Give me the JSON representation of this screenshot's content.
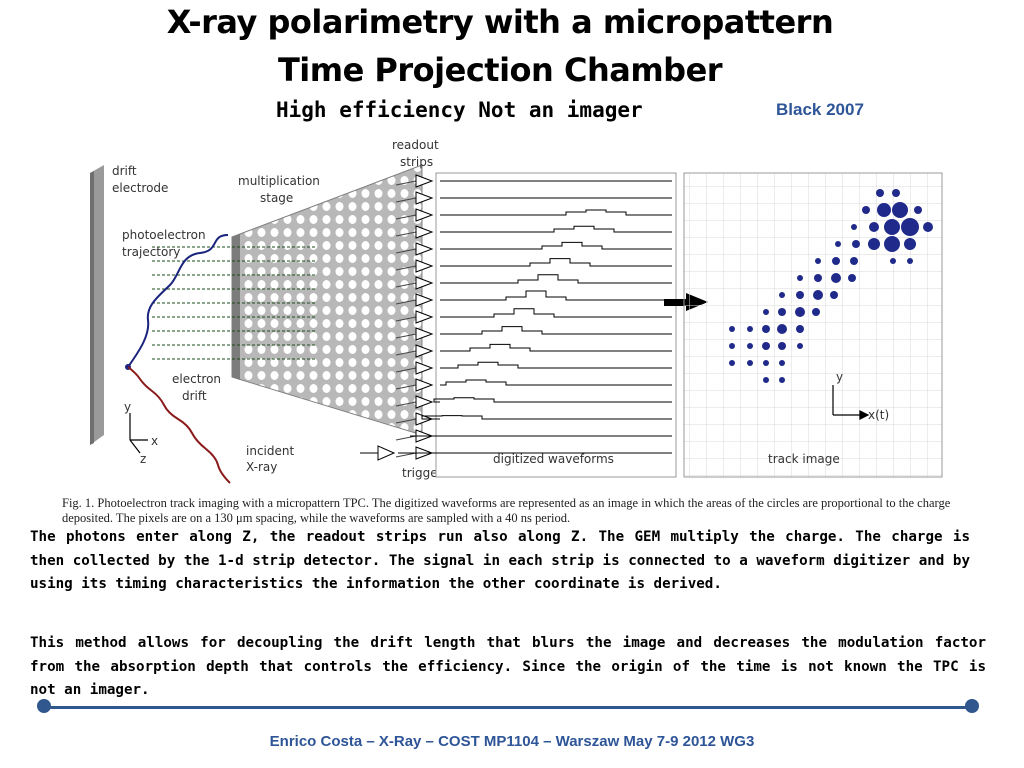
{
  "slide": {
    "title_line1": "X-ray polarimetry with a micropattern",
    "title_line2": "Time Projection Chamber",
    "subtitle": "High efficiency  Not an imager",
    "reference": "Black 2007"
  },
  "figure": {
    "labels": {
      "drift_electrode": [
        "drift",
        "electrode"
      ],
      "multiplication_stage": [
        "multiplication",
        "stage"
      ],
      "photoelectron_trajectory": [
        "photoelectron",
        "trajectory"
      ],
      "electron_drift": [
        "electron",
        "drift"
      ],
      "incident_xray": [
        "incident",
        "X-ray"
      ],
      "readout_strips": [
        "readout",
        "strips"
      ],
      "trigger": "trigger",
      "digitized_waveforms": "digitized waveforms",
      "track_image": "track image",
      "axis_y": "y",
      "axis_x": "x",
      "axis_z": "z",
      "image_axis_y": "y",
      "image_axis_x": "x(t)"
    },
    "caption": "Fig. 1.  Photoelectron track imaging with a micropattern TPC. The digitized waveforms are represented as an image in which the areas of the circles are proportional to the charge deposited. The pixels are on a 130 μm spacing, while the waveforms are sampled with a 40 ns period."
  },
  "body": {
    "paragraph1": "The photons enter along Z,  the readout strips run also along Z. The GEM multiply the charge. The charge is then collected by the 1-d strip detector. The signal in each strip is connected to a waveform digitizer and by using its timing characteristics the information the other coordinate is derived.",
    "paragraph2": " This method allows for decoupling the drift length that blurs the image and decreases the modulation factor from the absorption depth that controls the efficiency. Since the origin of the  time is not known the TPC  is not an imager."
  },
  "footer": "Enrico Costa – X-Ray – COST MP1104  – Warszaw May 7-9 2012 WG3",
  "colors": {
    "accent_blue": "#2e5597",
    "dot_blue": "#1f2a8a",
    "rule_blue": "#31578f",
    "xray_red": "#8b1a1a"
  }
}
